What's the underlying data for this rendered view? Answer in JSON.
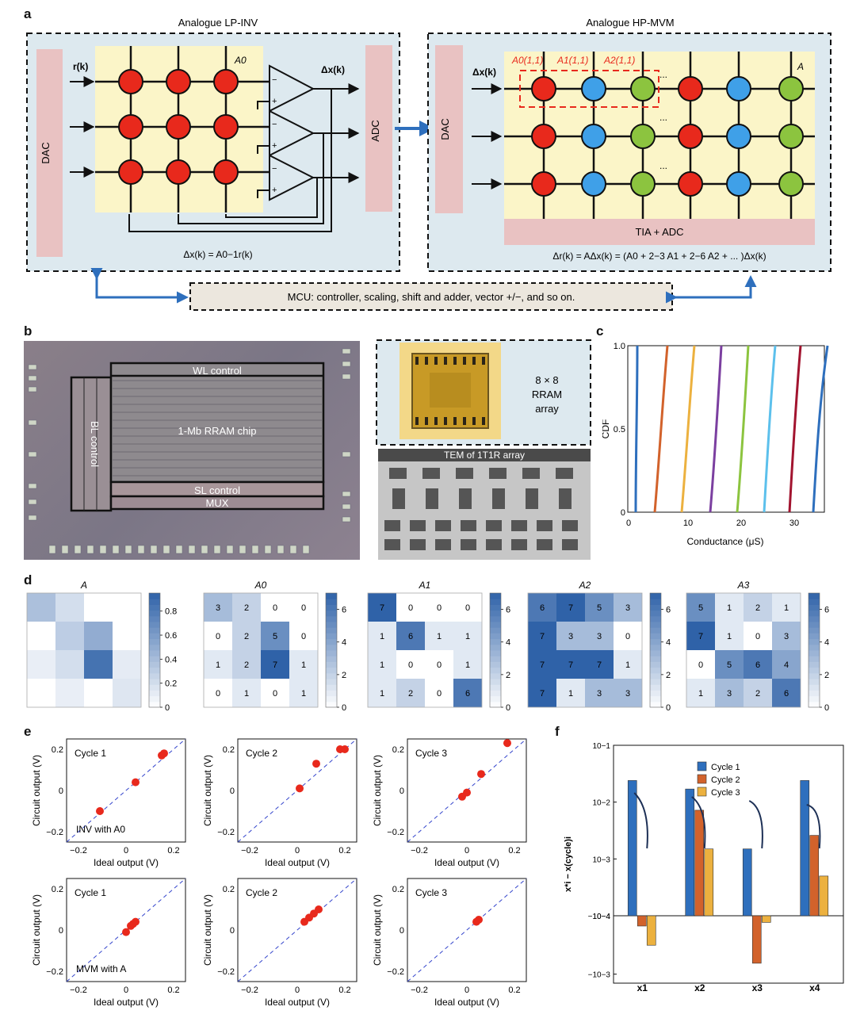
{
  "panels": [
    "a",
    "b",
    "c",
    "d",
    "e",
    "f"
  ],
  "a": {
    "inv_title": "Analogue LP-INV",
    "mvm_title": "Analogue HP-MVM",
    "dac": "DAC",
    "adc": "ADC",
    "tia": "TIA + ADC",
    "r_k": "r(k)",
    "dx_k": "Δx(k)",
    "A0": "A0",
    "A": "A",
    "A01": "A0(1,1)",
    "A11": "A1(1,1)",
    "A21": "A2(1,1)",
    "ellipsis": "...",
    "inv_eq": "Δx(k) = A0−1r(k)",
    "mvm_eq": "Δr(k) = AΔx(k) = (A0 + 2−3 A1 + 2−6 A2 + ... )Δx(k)",
    "mcu": "MCU: controller, scaling, shift and adder, vector +/−, and so on.",
    "minus": "−",
    "plus": "+",
    "colors": {
      "red": "#e8291c",
      "blue": "#3fa0e8",
      "green": "#8cc43f",
      "yellow": "#fbf5c8",
      "pink": "#e9c2c2",
      "panel": "#dde9ef",
      "accent": "#2e6fbd"
    }
  },
  "b": {
    "wl": "WL control",
    "bl": "BL control",
    "chip": "1-Mb RRAM chip",
    "sl": "SL control",
    "mux": "MUX",
    "rram": [
      "8 × 8",
      "RRAM",
      "array"
    ],
    "tem": "TEM of 1T1R array"
  },
  "c": {
    "ylabel": "CDF",
    "xlabel": "Conductance (μS)",
    "xticks": [
      "0",
      "10",
      "20",
      "30"
    ],
    "yticks": [
      "0",
      "0.5",
      "1.0"
    ]
  },
  "d": {
    "colorbar_A_ticks": [
      "0",
      "0.2",
      "0.4",
      "0.6",
      "0.8"
    ],
    "colorbar_int_ticks": [
      "0",
      "2",
      "4",
      "6"
    ],
    "matrices": [
      {
        "title": "A",
        "values": [
          [
            0.38,
            0.2,
            0,
            0
          ],
          [
            0,
            0.3,
            0.5,
            0
          ],
          [
            0.1,
            0.2,
            0.85,
            0.12
          ],
          [
            0,
            0.1,
            0,
            0.15
          ]
        ],
        "max": 0.95,
        "show": false
      },
      {
        "title": "A0",
        "values": [
          [
            3,
            2,
            0,
            0
          ],
          [
            0,
            2,
            5,
            0
          ],
          [
            1,
            2,
            7,
            1
          ],
          [
            0,
            1,
            0,
            1
          ]
        ],
        "max": 7,
        "show": true
      },
      {
        "title": "A1",
        "values": [
          [
            7,
            0,
            0,
            0
          ],
          [
            1,
            6,
            1,
            1
          ],
          [
            1,
            0,
            0,
            1
          ],
          [
            1,
            2,
            0,
            6
          ]
        ],
        "max": 7,
        "show": true
      },
      {
        "title": "A2",
        "values": [
          [
            6,
            7,
            5,
            3
          ],
          [
            7,
            3,
            3,
            0
          ],
          [
            7,
            7,
            7,
            1
          ],
          [
            7,
            1,
            3,
            3
          ]
        ],
        "max": 7,
        "show": true
      },
      {
        "title": "A3",
        "values": [
          [
            5,
            1,
            2,
            1
          ],
          [
            7,
            1,
            0,
            3
          ],
          [
            0,
            5,
            6,
            4
          ],
          [
            1,
            3,
            2,
            6
          ]
        ],
        "max": 7,
        "show": true
      }
    ]
  },
  "e": {
    "ylabel": "Circuit output (V)",
    "xlabel": "Ideal output (V)",
    "ticks": [
      "−0.2",
      "0",
      "0.2"
    ],
    "plots": [
      {
        "title": "Cycle 1",
        "note": "INV with A0",
        "points": [
          [
            -0.11,
            -0.1
          ],
          [
            0.04,
            0.04
          ],
          [
            0.15,
            0.17
          ],
          [
            0.16,
            0.18
          ]
        ]
      },
      {
        "title": "Cycle 2",
        "note": "",
        "points": [
          [
            0.01,
            0.01
          ],
          [
            0.08,
            0.13
          ],
          [
            0.18,
            0.2
          ],
          [
            0.2,
            0.2
          ]
        ]
      },
      {
        "title": "Cycle  3",
        "note": "",
        "points": [
          [
            -0.02,
            -0.03
          ],
          [
            0,
            -0.01
          ],
          [
            0.06,
            0.08
          ],
          [
            0.17,
            0.23
          ]
        ]
      },
      {
        "title": "Cycle 1",
        "note": "MVM with A",
        "points": [
          [
            0,
            -0.01
          ],
          [
            0.02,
            0.02
          ],
          [
            0.03,
            0.03
          ],
          [
            0.04,
            0.04
          ]
        ]
      },
      {
        "title": "Cycle 2",
        "note": "",
        "points": [
          [
            0.03,
            0.04
          ],
          [
            0.05,
            0.06
          ],
          [
            0.07,
            0.08
          ],
          [
            0.09,
            0.1
          ]
        ]
      },
      {
        "title": "Cycle 3",
        "note": "",
        "points": [
          [
            0.04,
            0.04
          ],
          [
            0.05,
            0.05
          ]
        ]
      }
    ]
  },
  "chart_data": {
    "type": "bar",
    "title": "",
    "ylabel": "x*i − x(cycle)i",
    "categories": [
      "x1",
      "x2",
      "x3",
      "x4"
    ],
    "yscale": "symlog",
    "series": [
      {
        "name": "Cycle 1",
        "color": "#2e6fbd",
        "values": [
          0.024,
          0.017,
          0.0015,
          0.024
        ]
      },
      {
        "name": "Cycle 2",
        "color": "#d2622b",
        "values": [
          -0.00015,
          0.0072,
          -0.00065,
          0.0026
        ]
      },
      {
        "name": "Cycle 3",
        "color": "#ecb13f",
        "values": [
          -0.00032,
          0.0015,
          -0.00013,
          0.0005
        ]
      }
    ],
    "yticks": [
      "10−1",
      "10−2",
      "10−3",
      "10−4",
      "−10−4",
      "−10−3"
    ],
    "legend": "top-center"
  }
}
